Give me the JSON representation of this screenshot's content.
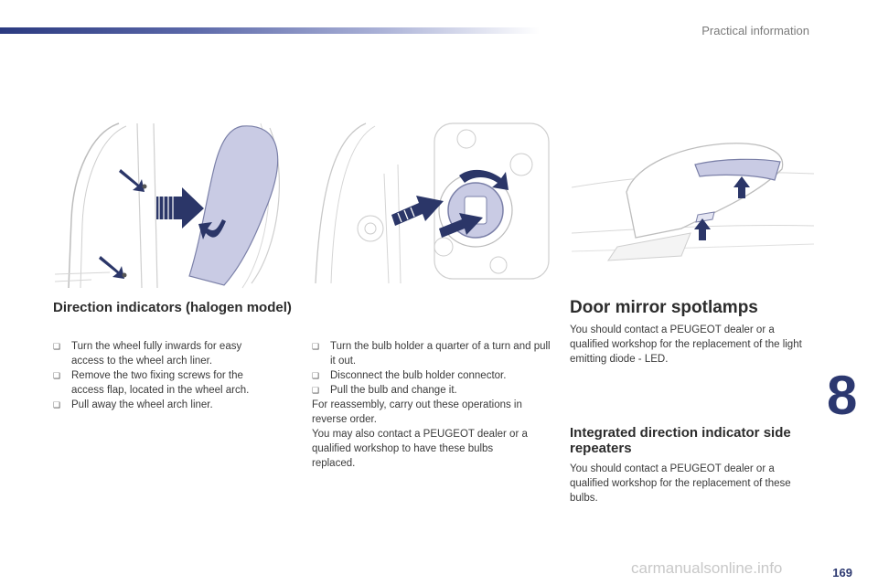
{
  "header": {
    "section_title": "Practical information"
  },
  "left_section": {
    "title": "Direction indicators (halogen model)",
    "steps_col1": [
      "Turn the wheel fully inwards for easy access to the wheel arch liner.",
      "Remove the two fixing screws for the access flap, located in the wheel arch.",
      "Pull away the wheel arch liner."
    ],
    "steps_col2": [
      "Turn the bulb holder a quarter of a turn and pull it out.",
      "Disconnect the bulb holder connector.",
      "Pull the bulb and change it."
    ],
    "reassembly": "For reassembly, carry out these operations in reverse order.",
    "contact": "You may also contact a PEUGEOT dealer or a qualified workshop to have these bulbs replaced."
  },
  "right_section": {
    "title": "Door mirror spotlamps",
    "text": "You should contact a PEUGEOT dealer or a qualified workshop for the replacement of the light emitting diode - LED.",
    "sub_title": "Integrated direction indicator side repeaters",
    "sub_text": "You should contact a PEUGEOT dealer or a qualified workshop for the replacement of these bulbs."
  },
  "bullet_icon": "checkbox-bullet-icon",
  "bullet_glyph": "❑",
  "chapter_number": "8",
  "page_number": "169",
  "watermark": "carmanualsonline.info",
  "colors": {
    "accent": "#2c3870",
    "arrow": "#2b3668",
    "panel": "#c9cbe4"
  }
}
